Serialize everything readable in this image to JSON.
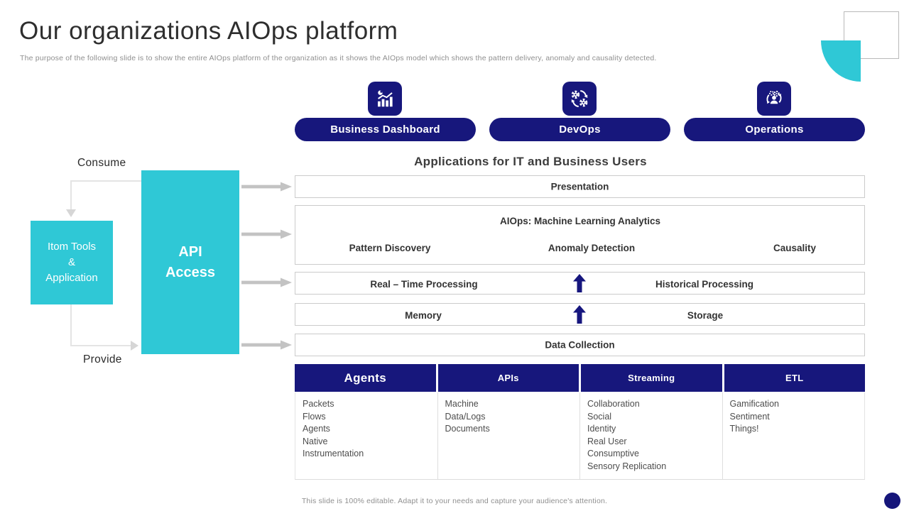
{
  "slide": {
    "title": "Our organizations AIOps platform",
    "subtitle": "The purpose of the following slide is to show the entire AIOps platform of the organization as it shows the AIOps model which shows the pattern delivery, anomaly and causality detected.",
    "footer_note": "This slide is 100% editable. Adapt it to your needs and capture your audience's attention."
  },
  "colors": {
    "navy": "#17177c",
    "cyan": "#2fc8d6",
    "arrow_gray": "#c3c3c3",
    "border_gray": "#cbcbcb"
  },
  "top_buttons": [
    {
      "label": "Business Dashboard",
      "icon": "bar-chart-icon"
    },
    {
      "label": "DevOps",
      "icon": "devops-gears-icon"
    },
    {
      "label": "Operations",
      "icon": "operations-person-icon"
    }
  ],
  "flow": {
    "consume_label": "Consume",
    "provide_label": "Provide",
    "itom_lines": [
      "Itom Tools",
      "&",
      "Application"
    ],
    "api_lines": [
      "API",
      "Access"
    ]
  },
  "stack": {
    "heading": "Applications for IT and Business Users",
    "presentation": "Presentation",
    "analytics_title": "AIOps: Machine Learning Analytics",
    "analytics_items": [
      "Pattern Discovery",
      "Anomaly Detection",
      "Causality"
    ],
    "processing_left": "Real – Time Processing",
    "processing_right": "Historical Processing",
    "memory_left": "Memory",
    "memory_right": "Storage",
    "data_collection": "Data Collection"
  },
  "table": {
    "columns": [
      {
        "header": "Agents",
        "items": [
          "Packets",
          "Flows",
          "Agents",
          "Native",
          "Instrumentation"
        ]
      },
      {
        "header": "APIs",
        "items": [
          "Machine",
          "Data/Logs",
          "Documents"
        ]
      },
      {
        "header": "Streaming",
        "items": [
          "Collaboration",
          "Social",
          "Identity",
          "Real User",
          "Consumptive",
          "Sensory Replication"
        ]
      },
      {
        "header": "ETL",
        "items": [
          "Gamification",
          "Sentiment",
          "Things!"
        ]
      }
    ]
  }
}
